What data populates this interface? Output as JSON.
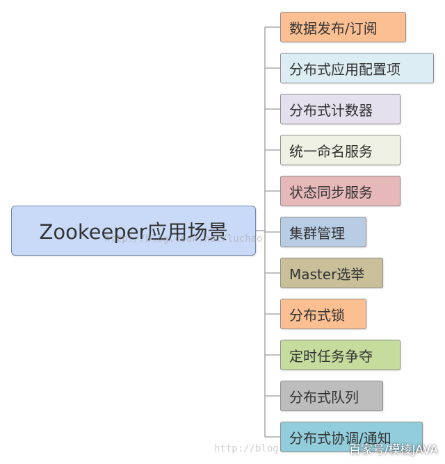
{
  "root": {
    "label": "Zookeeper应用场景",
    "color": "#c9daf8"
  },
  "children": [
    {
      "label": "数据发布/订阅",
      "color": "#fbbf92"
    },
    {
      "label": "分布式应用配置项",
      "color": "#dcedf3"
    },
    {
      "label": "分布式计数器",
      "color": "#e4e0ee"
    },
    {
      "label": "统一命名服务",
      "color": "#eef1e3"
    },
    {
      "label": "状态同步服务",
      "color": "#e7b8b9"
    },
    {
      "label": "集群管理",
      "color": "#b8cde4"
    },
    {
      "label": "Master选举",
      "color": "#c9c09a"
    },
    {
      "label": "分布式锁",
      "color": "#fbbf92"
    },
    {
      "label": "定时任务争夺",
      "color": "#c5dc9d"
    },
    {
      "label": "分布式队列",
      "color": "#bdbdbd"
    },
    {
      "label": "分布式协调/通知",
      "color": "#92cddc"
    }
  ],
  "watermarks": {
    "center_url": "http://blog.csdn.net/luchao",
    "bottom_url": "http://blog.",
    "brand": "百家号/模棱JAVA"
  }
}
